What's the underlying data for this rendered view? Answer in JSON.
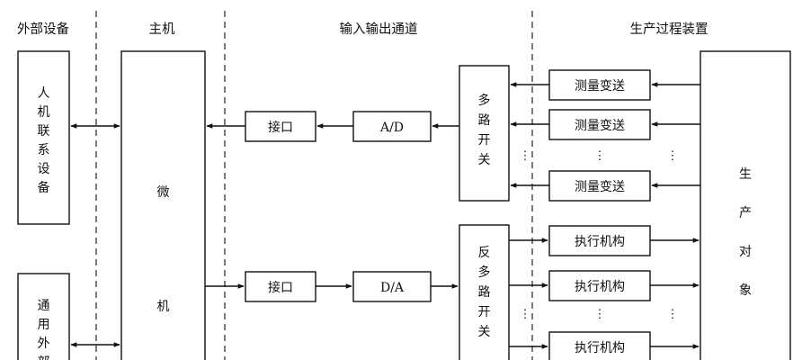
{
  "sections": {
    "external_devices": "外部设备",
    "host": "主机",
    "io_channel": "输入输出通道",
    "production_process": "生产过程装置"
  },
  "blocks": {
    "hmi_device": [
      "人",
      "机",
      "联",
      "系",
      "设",
      "备"
    ],
    "general_peripheral": [
      "通",
      "用",
      "外",
      "部"
    ],
    "microcomputer": [
      "微",
      "机"
    ],
    "interface_in": "接口",
    "ad_converter": "A/D",
    "interface_out": "接口",
    "da_converter": "D/A",
    "multiplexer": [
      "多",
      "路",
      "开",
      "关"
    ],
    "demultiplexer": [
      "反",
      "多",
      "路",
      "开",
      "关"
    ],
    "transmitters": [
      "测量变送",
      "测量变送",
      "测量变送"
    ],
    "actuators": [
      "执行机构",
      "执行机构",
      "执行机构"
    ],
    "production_object": [
      "生",
      "产",
      "对",
      "象"
    ],
    "ellipsis": "⋮"
  }
}
